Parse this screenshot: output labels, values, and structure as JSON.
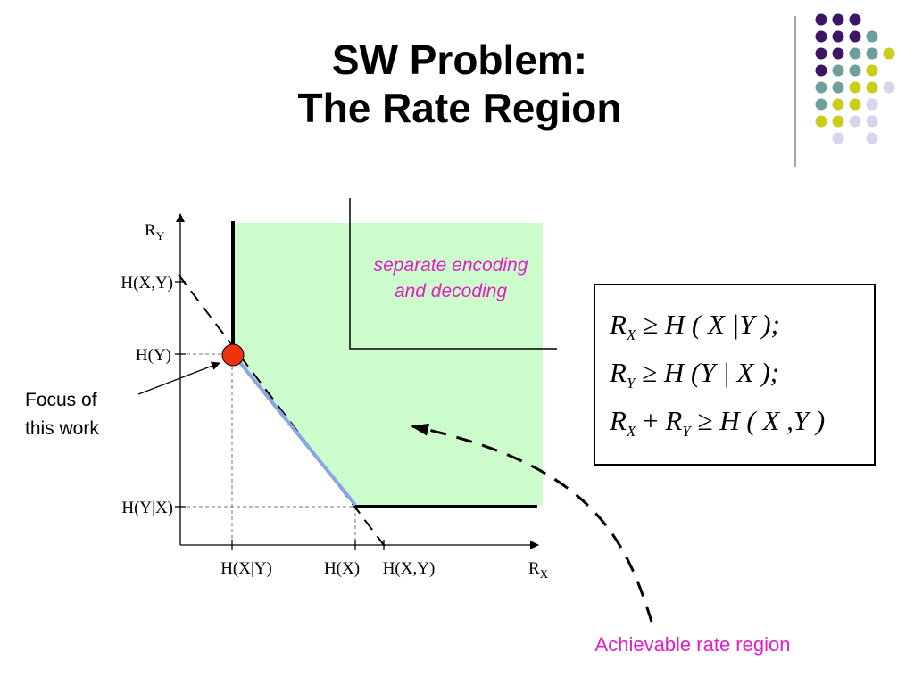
{
  "slide": {
    "title_line1": "SW Problem:",
    "title_line2": "The Rate Region"
  },
  "diagram": {
    "axis_y_label": "R",
    "axis_y_sub": "Y",
    "axis_x_label": "R",
    "axis_x_sub": "X",
    "y_ticks": {
      "hxy": "H(X,Y)",
      "hy": "H(Y)",
      "hy_given_x": "H(Y|X)"
    },
    "x_ticks": {
      "hx_given_y": "H(X|Y)",
      "hx": "H(X)",
      "hxy": "H(X,Y)"
    },
    "separate_label_line1": "separate encoding",
    "separate_label_line2": "and decoding",
    "focus_label_line1": "Focus of",
    "focus_label_line2": "this work",
    "achievable_label": "Achievable rate region",
    "colors": {
      "region_fill": "#ccfccc",
      "pareto_line": "#8aa6e6",
      "focus_point": "#f2310f",
      "magenta_text": "#e21fc4"
    }
  },
  "equations": {
    "eq1": {
      "lhs": "R",
      "lhs_sub": "X",
      "op": "≥",
      "rhs": "H ( X |Y );"
    },
    "eq2": {
      "lhs": "R",
      "lhs_sub": "Y",
      "op": "≥",
      "rhs": "H (Y | X );"
    },
    "eq3": {
      "lhs1": "R",
      "lhs1_sub": "X",
      "plus": "+",
      "lhs2": "R",
      "lhs2_sub": "Y",
      "op": "≥",
      "rhs": "H ( X ,Y )"
    }
  },
  "decoration": {
    "dot_colors": {
      "purple": "#3d1466",
      "teal": "#6e9e9e",
      "yellow": "#cccc1a",
      "lavender": "#d6d6ea"
    }
  }
}
